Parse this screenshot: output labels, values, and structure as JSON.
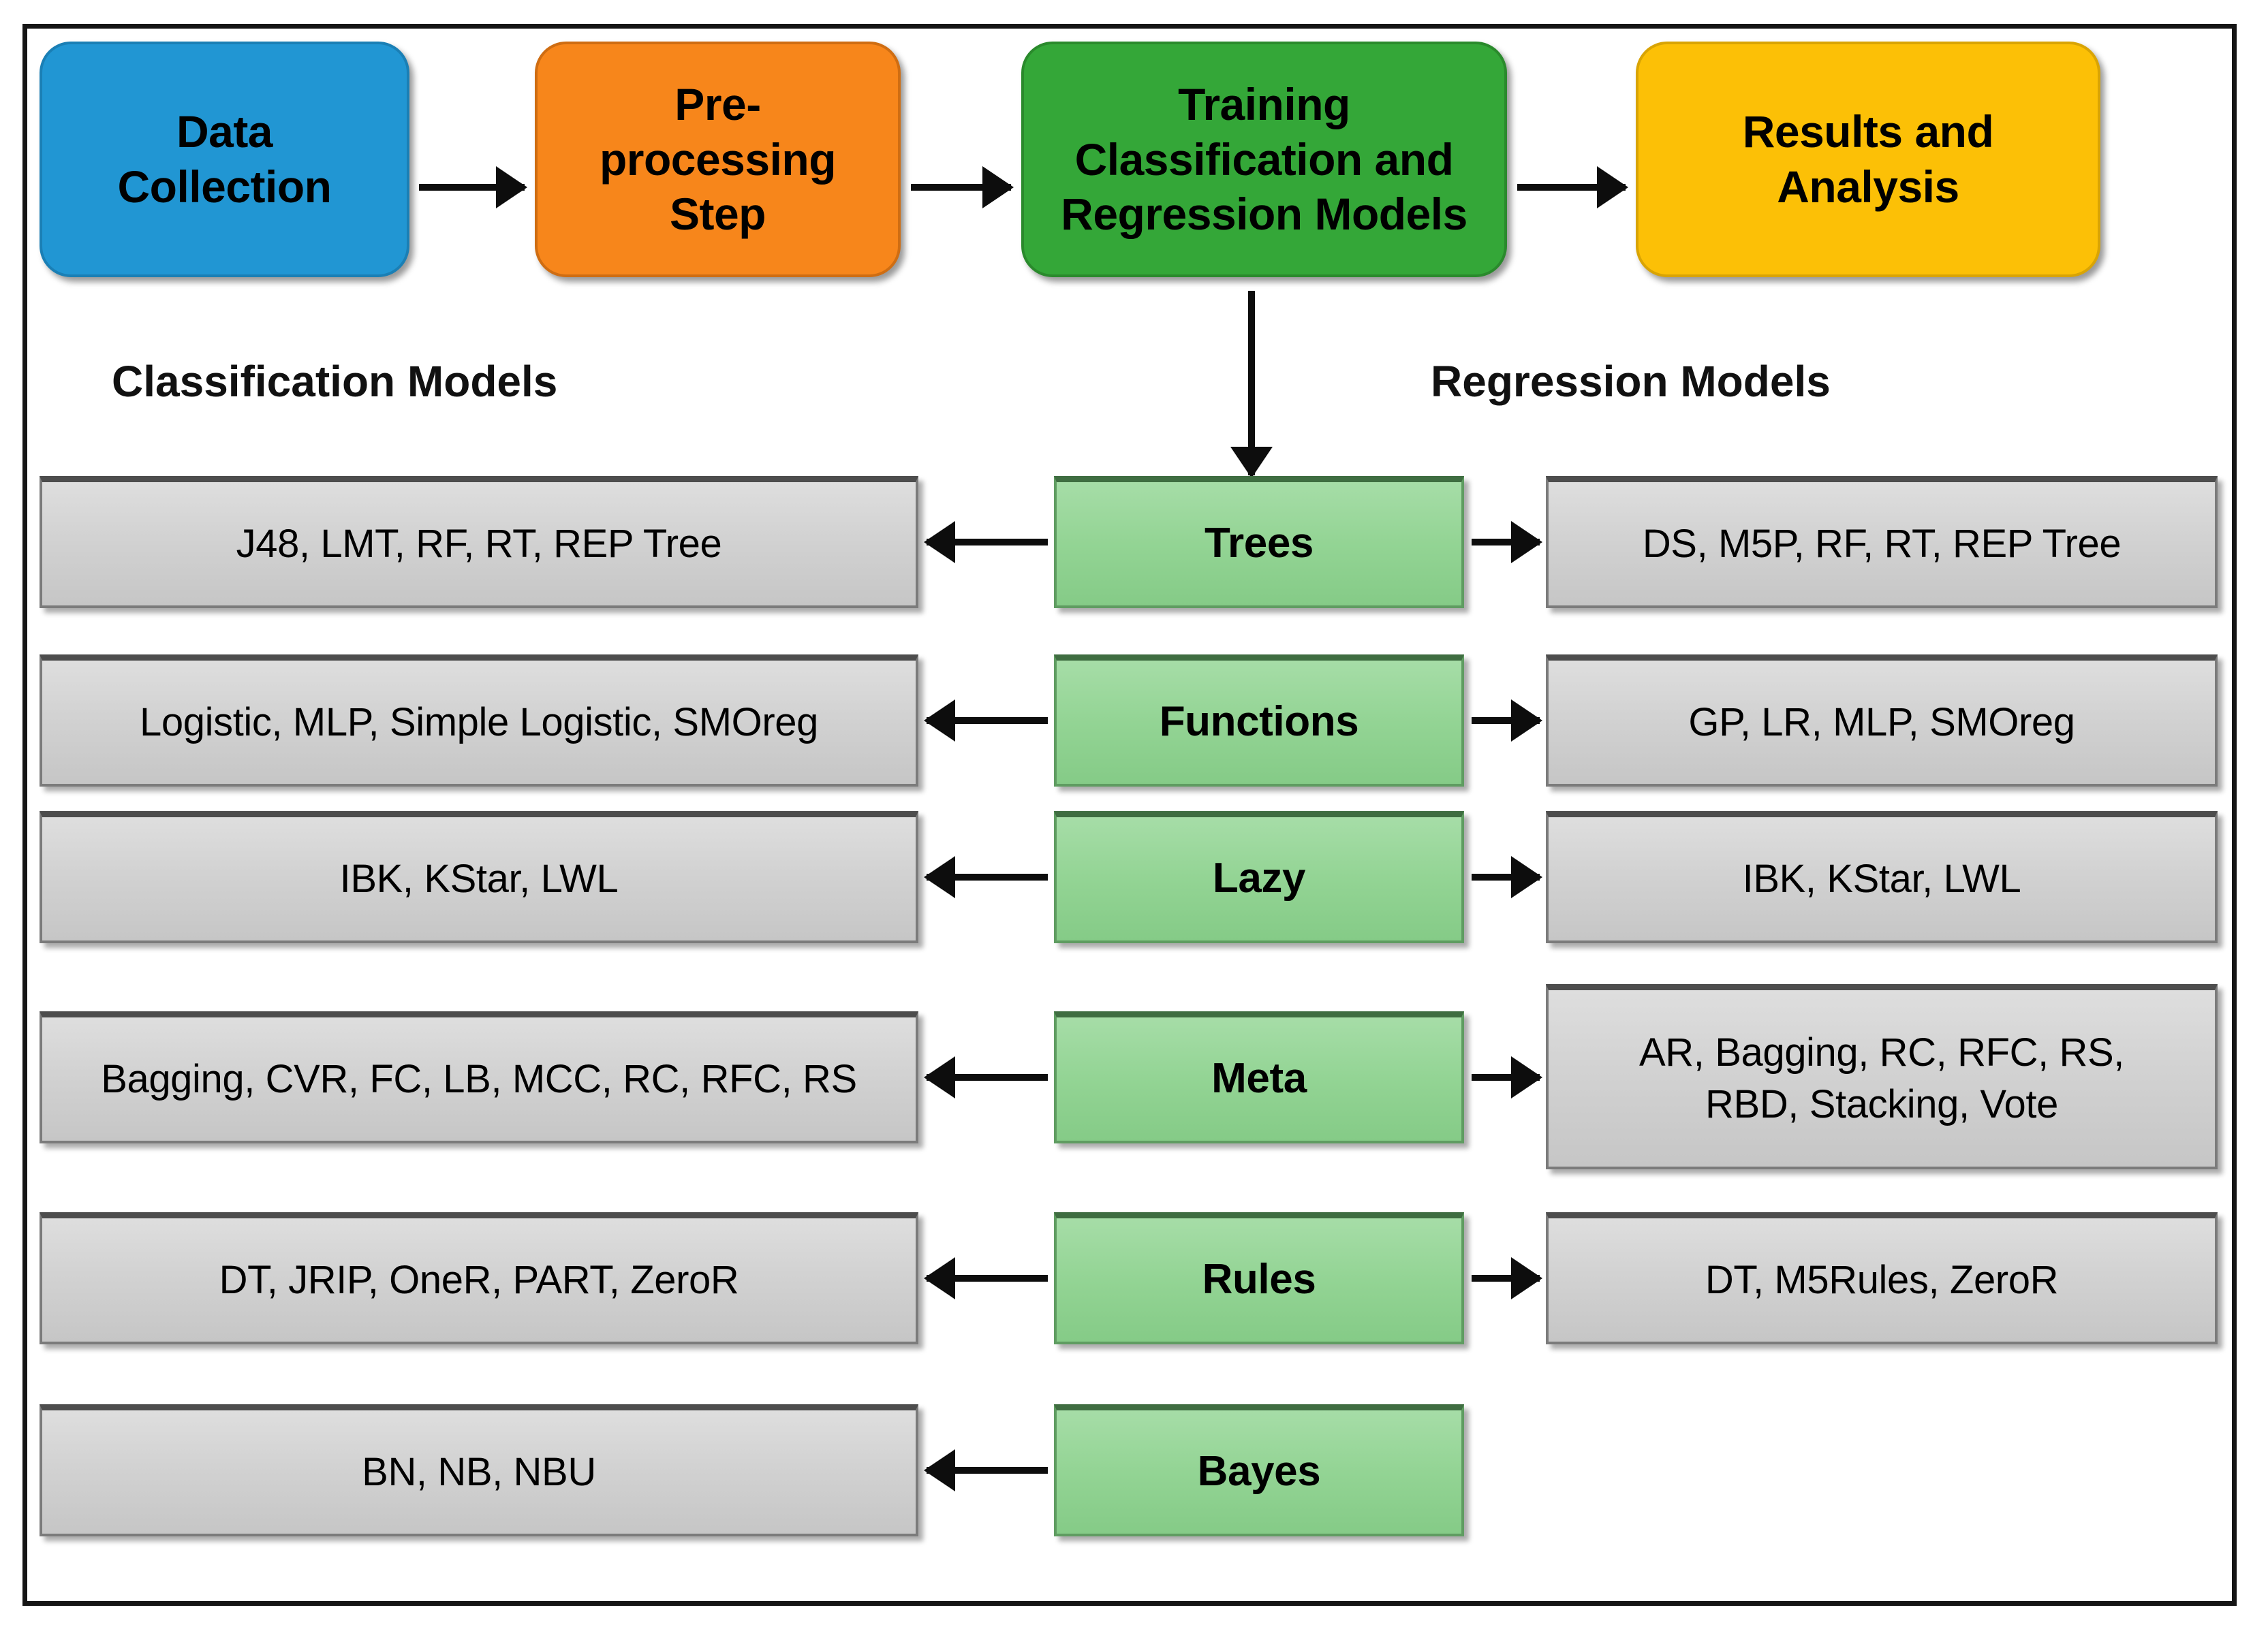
{
  "diagram": {
    "title_pipeline": [
      {
        "id": "data-collection",
        "label": "Data\nCollection",
        "color": "#2196d3"
      },
      {
        "id": "preprocessing",
        "label": "Pre-\nprocessing\nStep",
        "color": "#f7861b"
      },
      {
        "id": "training",
        "label": "Training\nClassification and\nRegression Models",
        "color": "#34a738"
      },
      {
        "id": "results",
        "label": "Results and\nAnalysis",
        "color": "#fcc006"
      }
    ],
    "column_headings": {
      "left": "Classification Models",
      "right": "Regression Models"
    },
    "category_rows": [
      {
        "category": "Trees",
        "classification": "J48, LMT, RF, RT, REP Tree",
        "regression": "DS, M5P, RF, RT, REP Tree",
        "has_regression": true
      },
      {
        "category": "Functions",
        "classification": "Logistic, MLP, Simple Logistic, SMOreg",
        "regression": "GP, LR,  MLP, SMOreg",
        "has_regression": true
      },
      {
        "category": "Lazy",
        "classification": "IBK, KStar, LWL",
        "regression": "IBK, KStar, LWL",
        "has_regression": true
      },
      {
        "category": "Meta",
        "classification": "Bagging, CVR, FC, LB, MCC, RC, RFC, RS",
        "regression": "AR, Bagging, RC, RFC, RS,\nRBD, Stacking, Vote",
        "has_regression": true
      },
      {
        "category": "Rules",
        "classification": "DT, JRIP, OneR, PART, ZeroR",
        "regression": "DT, M5Rules, ZeroR",
        "has_regression": true
      },
      {
        "category": "Bayes",
        "classification": "BN, NB, NBU",
        "regression": "",
        "has_regression": false
      }
    ],
    "colors": {
      "box_blue": "#2196d3",
      "box_orange": "#f7861b",
      "box_green": "#34a738",
      "box_yellow": "#fcc006",
      "category_green": "#93d494",
      "model_gray": "#d2d2d2",
      "arrow": "#0d0d0d",
      "frame": "#151515"
    },
    "icons": {
      "arrow_right": "arrow-right-icon",
      "arrow_left": "arrow-left-icon",
      "arrow_down": "arrow-down-icon"
    }
  }
}
